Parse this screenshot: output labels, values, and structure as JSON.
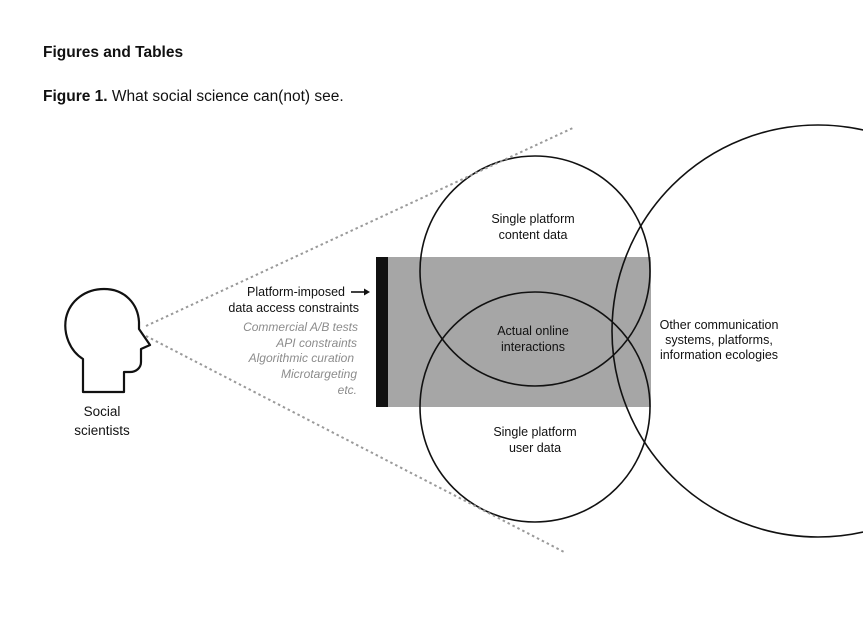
{
  "section_heading": "Figures and Tables",
  "caption": {
    "label": "Figure 1.",
    "text": " What social science can(not) see."
  },
  "diagram": {
    "observer": {
      "label_line1": "Social",
      "label_line2": "scientists"
    },
    "barrier": {
      "title_line1": "Platform-imposed",
      "title_line2": "data access constraints",
      "constraints": [
        "Commercial A/B tests",
        "API constraints",
        "Algorithmic curation",
        "Microtargeting",
        "etc."
      ]
    },
    "circles": {
      "content": {
        "line1": "Single platform",
        "line2": "content data"
      },
      "user": {
        "line1": "Single platform",
        "line2": "user data"
      },
      "overlap": {
        "line1": "Actual online",
        "line2": "interactions"
      },
      "other": {
        "line1": "Other communication",
        "line2": "systems, platforms,",
        "line3": "information ecologies"
      }
    },
    "colors": {
      "stroke": "#111111",
      "view_band": "#a6a6a6",
      "cone_dots": "#9a9a9a",
      "constraint_text": "#8c8c8c",
      "barrier": "#111111"
    }
  }
}
